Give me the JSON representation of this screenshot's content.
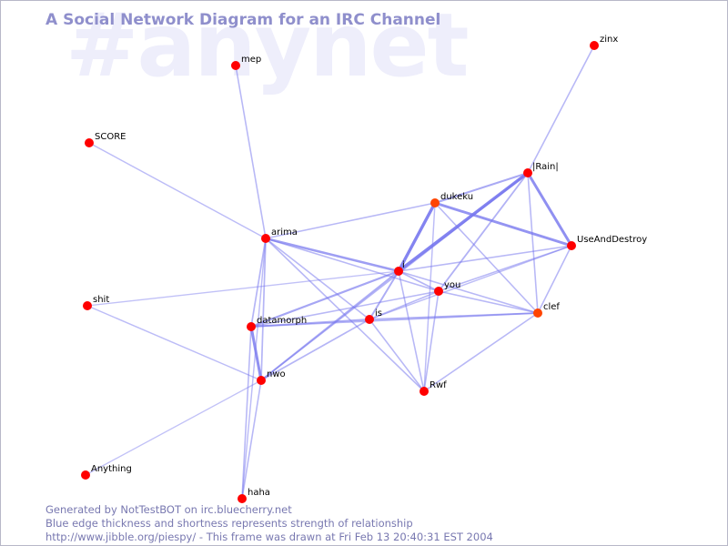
{
  "watermark": "#anynet",
  "title": "A Social Network Diagram for an IRC Channel",
  "colors": {
    "edge": "#7777ee",
    "node": "#ff0000",
    "node_orange": "#ff4400",
    "title": "#8f8fcc",
    "footer": "#7878b0",
    "watermark": "#eeeefb"
  },
  "nodes": [
    {
      "id": "zinx",
      "label": "zinx"
    },
    {
      "id": "mep",
      "label": "mep"
    },
    {
      "id": "SCORE",
      "label": "SCORE"
    },
    {
      "id": "Rain",
      "label": "|Rain|"
    },
    {
      "id": "dukeku",
      "label": "dukeku"
    },
    {
      "id": "arima",
      "label": "arima"
    },
    {
      "id": "UseAndDestroy",
      "label": "UseAndDestroy"
    },
    {
      "id": "i",
      "label": "i"
    },
    {
      "id": "you",
      "label": "you"
    },
    {
      "id": "shit",
      "label": "shit"
    },
    {
      "id": "clef",
      "label": "clef"
    },
    {
      "id": "is",
      "label": "is"
    },
    {
      "id": "datamorph",
      "label": "datamorph"
    },
    {
      "id": "nwo",
      "label": "nwo"
    },
    {
      "id": "Rwf",
      "label": "Rwf"
    },
    {
      "id": "Anything",
      "label": "Anything"
    },
    {
      "id": "haha",
      "label": "haha"
    }
  ],
  "edges": [
    {
      "source": "zinx",
      "target": "Rain",
      "strength": 0.3
    },
    {
      "source": "mep",
      "target": "arima",
      "strength": 0.3
    },
    {
      "source": "SCORE",
      "target": "arima",
      "strength": 0.25
    },
    {
      "source": "shit",
      "target": "nwo",
      "strength": 0.25
    },
    {
      "source": "shit",
      "target": "i",
      "strength": 0.2
    },
    {
      "source": "Anything",
      "target": "nwo",
      "strength": 0.2
    },
    {
      "source": "haha",
      "target": "nwo",
      "strength": 0.3
    },
    {
      "source": "haha",
      "target": "datamorph",
      "strength": 0.3
    },
    {
      "source": "haha",
      "target": "arima",
      "strength": 0.25
    },
    {
      "source": "Rain",
      "target": "dukeku",
      "strength": 0.5
    },
    {
      "source": "Rain",
      "target": "i",
      "strength": 1.0
    },
    {
      "source": "Rain",
      "target": "UseAndDestroy",
      "strength": 0.85
    },
    {
      "source": "Rain",
      "target": "clef",
      "strength": 0.3
    },
    {
      "source": "Rain",
      "target": "you",
      "strength": 0.4
    },
    {
      "source": "Rain",
      "target": "nwo",
      "strength": 0.35
    },
    {
      "source": "dukeku",
      "target": "UseAndDestroy",
      "strength": 0.8
    },
    {
      "source": "dukeku",
      "target": "i",
      "strength": 1.0
    },
    {
      "source": "dukeku",
      "target": "arima",
      "strength": 0.3
    },
    {
      "source": "dukeku",
      "target": "clef",
      "strength": 0.3
    },
    {
      "source": "dukeku",
      "target": "Rwf",
      "strength": 0.25
    },
    {
      "source": "UseAndDestroy",
      "target": "i",
      "strength": 0.3
    },
    {
      "source": "UseAndDestroy",
      "target": "you",
      "strength": 0.3
    },
    {
      "source": "UseAndDestroy",
      "target": "clef",
      "strength": 0.3
    },
    {
      "source": "UseAndDestroy",
      "target": "is",
      "strength": 0.25
    },
    {
      "source": "arima",
      "target": "i",
      "strength": 0.65
    },
    {
      "source": "arima",
      "target": "datamorph",
      "strength": 0.35
    },
    {
      "source": "arima",
      "target": "nwo",
      "strength": 0.35
    },
    {
      "source": "arima",
      "target": "is",
      "strength": 0.3
    },
    {
      "source": "arima",
      "target": "Rwf",
      "strength": 0.3
    },
    {
      "source": "arima",
      "target": "you",
      "strength": 0.3
    },
    {
      "source": "i",
      "target": "you",
      "strength": 0.35
    },
    {
      "source": "i",
      "target": "clef",
      "strength": 0.3
    },
    {
      "source": "i",
      "target": "is",
      "strength": 0.45
    },
    {
      "source": "i",
      "target": "datamorph",
      "strength": 0.55
    },
    {
      "source": "i",
      "target": "nwo",
      "strength": 0.45
    },
    {
      "source": "i",
      "target": "Rwf",
      "strength": 0.3
    },
    {
      "source": "you",
      "target": "datamorph",
      "strength": 0.3
    },
    {
      "source": "you",
      "target": "is",
      "strength": 0.3
    },
    {
      "source": "you",
      "target": "clef",
      "strength": 0.3
    },
    {
      "source": "you",
      "target": "Rwf",
      "strength": 0.3
    },
    {
      "source": "is",
      "target": "datamorph",
      "strength": 0.45
    },
    {
      "source": "is",
      "target": "clef",
      "strength": 0.4
    },
    {
      "source": "is",
      "target": "nwo",
      "strength": 0.35
    },
    {
      "source": "is",
      "target": "Rwf",
      "strength": 0.3
    },
    {
      "source": "clef",
      "target": "datamorph",
      "strength": 0.35
    },
    {
      "source": "clef",
      "target": "Rwf",
      "strength": 0.3
    },
    {
      "source": "datamorph",
      "target": "nwo",
      "strength": 0.85
    }
  ],
  "footer": {
    "line1": "Generated by NotTestBOT on irc.bluecherry.net",
    "line2": "Blue edge thickness and shortness represents strength of relationship",
    "line3": "http://www.jibble.org/piespy/ - This frame was drawn at Fri Feb 13 20:40:31 EST 2004"
  }
}
